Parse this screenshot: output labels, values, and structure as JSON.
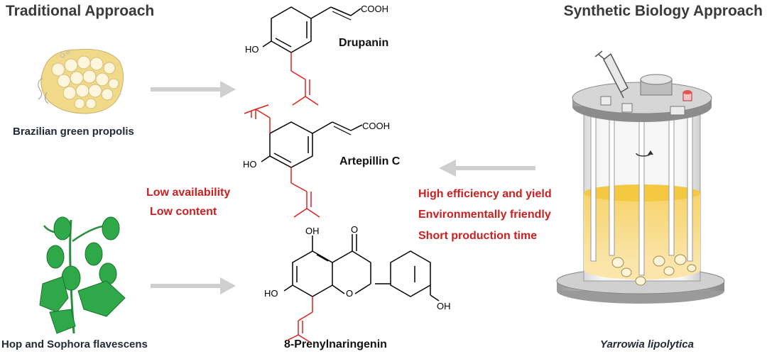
{
  "headings": {
    "traditional": "Traditional Approach",
    "synthetic": "Synthetic Biology Approach"
  },
  "sources": {
    "propolis": "Brazilian green propolis",
    "plants": "Hop and Sophora flavescens",
    "organism": "Yarrowia lipolytica"
  },
  "compounds": {
    "drupanin": "Drupanin",
    "artepillin": "Artepillin C",
    "prenylnaringenin": "8-Prenylnaringenin"
  },
  "chem_labels": {
    "cooh": "COOH",
    "ho": "HO",
    "oh": "OH",
    "o": "O"
  },
  "traditional_limits": [
    "Low availability",
    "Low content"
  ],
  "synthetic_benefits": [
    "High efficiency and yield",
    "Environmentally friendly",
    "Short production time"
  ],
  "colors": {
    "prenyl_red": "#e0201c",
    "text_red": "#cc1f1f",
    "arrow_gray": "#cfcfcf",
    "broth_yellow": "#f5c842"
  },
  "icons": [
    "honeycomb-icon",
    "hop-plant-icon",
    "bioreactor-icon",
    "syringe-icon",
    "rotation-icon"
  ]
}
